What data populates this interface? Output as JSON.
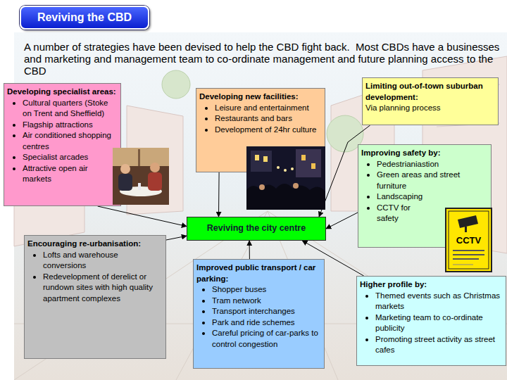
{
  "diagram": {
    "title": "Reviving the CBD",
    "nodes": [
      {
        "text": [
          "Developing specialist areas:",
          "Cultural quarters (Stoke on Trent and Sheffield)",
          "Flagship attractions",
          "Air conditioned shopping centres",
          "Specialist arcades",
          "Attractive open air markets"
        ]
      },
      {
        "text": [
          "Developing new facilities:",
          "Leisure and entertainment",
          "Restaurants and bars",
          "Development of 24hr culture"
        ]
      },
      {
        "text": [
          "Limiting out-of-town suburban development:",
          "Via planning process"
        ]
      },
      {
        "text": [
          "Improving safety by:",
          "Pedestrianiastion",
          "Green areas and street furniture",
          "Landscaping",
          "CCTV for safety"
        ]
      },
      {
        "text": [
          "Reviving the city centre"
        ]
      },
      {
        "text": [
          "Encouraging re-urbanisation:",
          "Lofts and warehouse conversions",
          "Redevelopment of derelict or rundown sites with high quality apartment complexes"
        ]
      },
      {
        "text": [
          "Improved public transport / car parking:",
          "Shopper buses",
          "Tram network",
          "Transport interchanges",
          "Park and ride schemes",
          "Careful pricing of car-parks to control congestion"
        ]
      },
      {
        "text": [
          "Higher profile by:",
          "Themed events such as Christmas markets",
          "Marketing team to co-ordinate publicity",
          "Promoting street activity as street cafes"
        ]
      }
    ],
    "edges": [
      {
        "from": 0,
        "to": 4,
        "arrow": "to"
      },
      {
        "from": 1,
        "to": 4,
        "arrow": "to"
      },
      {
        "from": 2,
        "to": 4,
        "arrow": "to"
      },
      {
        "from": 3,
        "to": 4,
        "arrow": "to"
      },
      {
        "from": 5,
        "to": 4,
        "arrow": "to"
      },
      {
        "from": 6,
        "to": 4,
        "arrow": "to"
      },
      {
        "from": 7,
        "to": 4,
        "arrow": "to"
      }
    ],
    "labels": [
      "A number of strategies have been devised to help the CBD fight back.  Most CBDs have a businesses and marketing and management team to co-ordinate management and future planning access to the CBD",
      "CCTV"
    ]
  }
}
